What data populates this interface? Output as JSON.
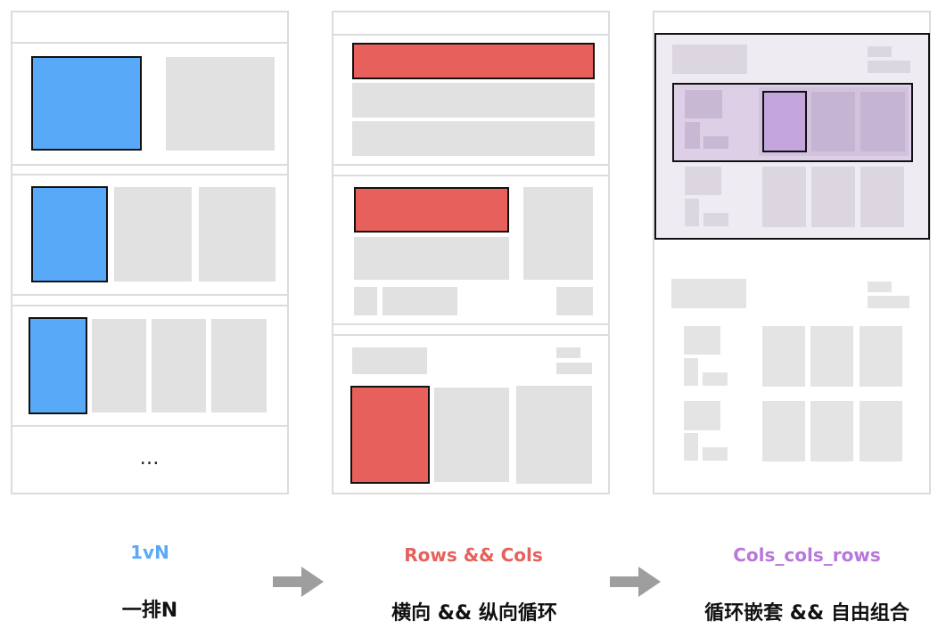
{
  "panel1": {
    "ellipsis": "…",
    "title": "1vN",
    "subtitle": "一排N"
  },
  "panel2": {
    "title": "Rows && Cols",
    "subtitle": "横向 && 纵向循环"
  },
  "panel3": {
    "title": "Cols_cols_rows",
    "subtitle": "循环嵌套 && 自由组合"
  },
  "colors": {
    "blue": "#58aaf8",
    "red": "#e8605b",
    "purple": "#c4a6dc",
    "placeholder": "#e1e1e1",
    "frame": "#dcdcdc",
    "arrow": "#9e9e9e"
  },
  "icons": {
    "arrow1": "right-arrow-icon",
    "arrow2": "right-arrow-icon"
  }
}
